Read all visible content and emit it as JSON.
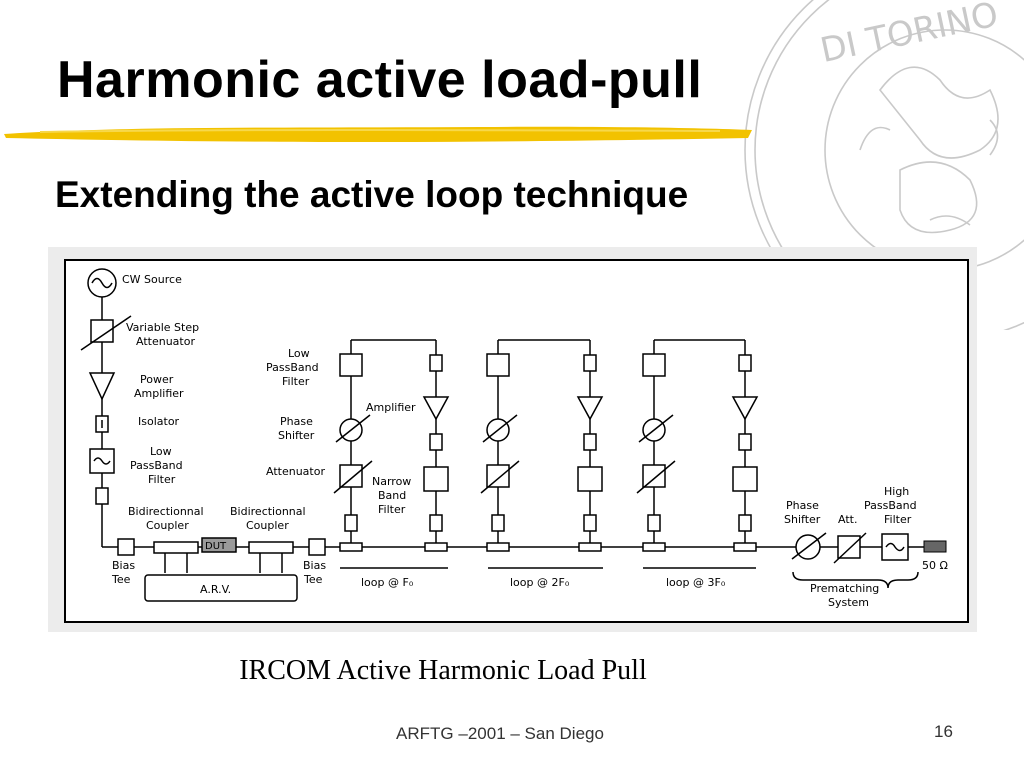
{
  "slide": {
    "title": "Harmonic active load-pull",
    "subtitle": "Extending the active loop technique",
    "caption": "IRCOM Active Harmonic Load Pull",
    "footer": "ARFTG –2001 – San Diego",
    "page_number": "16",
    "seal_text": "DI TORINO",
    "accent_color": "#f2c200"
  },
  "diagram": {
    "left_chain": {
      "source": "CW Source",
      "attenuator": [
        "Variable Step",
        "Attenuator"
      ],
      "amplifier": [
        "Power",
        "Amplifier"
      ],
      "isolator": "Isolator",
      "filter": [
        "Low",
        "PassBand",
        "Filter"
      ]
    },
    "couplers": {
      "left": [
        "Bidirectionnal",
        "Coupler"
      ],
      "right": [
        "Bidirectionnal",
        "Coupler"
      ]
    },
    "dut": "DUT",
    "bias_tee_left": [
      "Bias",
      "Tee"
    ],
    "bias_tee_right": [
      "Bias",
      "Tee"
    ],
    "arv": "A.R.V.",
    "loop_labels": {
      "lpf": [
        "Low",
        "PassBand",
        "Filter"
      ],
      "phase_shifter": [
        "Phase",
        "Shifter"
      ],
      "attenuator": "Attenuator",
      "amplifier": "Amplifier",
      "narrow_filter": [
        "Narrow",
        "Band",
        "Filter"
      ]
    },
    "loops": [
      "loop @ F₀",
      "loop @ 2F₀",
      "loop @ 3F₀"
    ],
    "prematching": {
      "phase_shifter": [
        "Phase",
        "Shifter"
      ],
      "att": "Att.",
      "hpf": [
        "High",
        "PassBand",
        "Filter"
      ],
      "system": [
        "Prematching",
        "System"
      ]
    },
    "load": "50 Ω"
  }
}
